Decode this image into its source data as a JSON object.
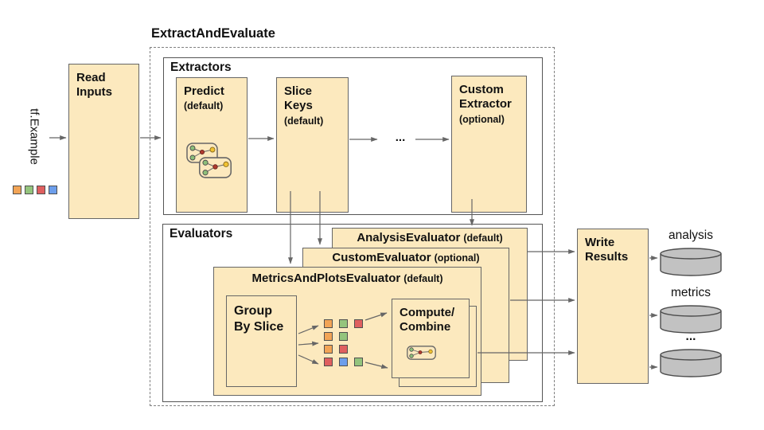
{
  "title": "ExtractAndEvaluate",
  "input_label": "tf.Example",
  "read_inputs": "Read Inputs",
  "extractors": {
    "label": "Extractors",
    "predict": {
      "title": "Predict",
      "qual": "(default)"
    },
    "slice_keys": {
      "title": "Slice Keys",
      "qual": "(default)"
    },
    "custom": {
      "title": "Custom Extractor",
      "qual": "(optional)"
    },
    "ellipsis": "..."
  },
  "evaluators": {
    "label": "Evaluators",
    "analysis": {
      "title": "AnalysisEvaluator",
      "qual": "(default)"
    },
    "custom": {
      "title": "CustomEvaluator",
      "qual": "(optional)"
    },
    "metrics_plots": {
      "title": "MetricsAndPlotsEvaluator",
      "qual": "(default)"
    },
    "group_by_slice": "Group By Slice",
    "compute_combine": {
      "line1": "Compute/",
      "line2": "Combine"
    }
  },
  "write_results": "Write Results",
  "outputs": {
    "first": "analysis",
    "second": "metrics",
    "third": "..."
  },
  "input_squares": [
    "orange",
    "green",
    "red",
    "blue"
  ],
  "slice_grid": [
    [
      "orange",
      "green",
      "red"
    ],
    [
      "orange",
      "green"
    ],
    [
      "orange",
      "red"
    ],
    [
      "red",
      "blue",
      "green"
    ]
  ],
  "palette": {
    "box_fill": "#FCE9BE",
    "box_border": "#666666",
    "orange": "#F2A456",
    "green": "#94C47D",
    "red": "#DF5F5F",
    "blue": "#6D9EEB",
    "icon_green": "#8CBF7A",
    "icon_red": "#B03A2E",
    "icon_yellow": "#F1C232",
    "cylinder_fill": "#C2C2C2",
    "cylinder_border": "#4D4D4D",
    "arrow": "#666666"
  }
}
